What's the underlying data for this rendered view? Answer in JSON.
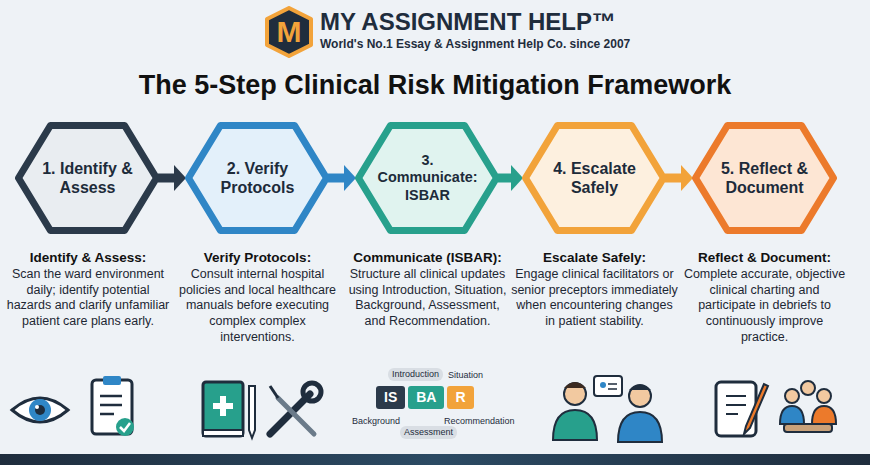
{
  "diagram": {
    "title": "The 5-Step Clinical Risk Mitigation Framework",
    "nodes": [
      {
        "text": [
          "M"
        ]
      },
      {
        "text": [
          "1. Identify & Assess"
        ]
      },
      {
        "text": [
          "2. Verify Protocols"
        ]
      },
      {
        "text": [
          "3. Communicate: ISBAR"
        ]
      },
      {
        "text": [
          "4. Escalate Safely"
        ]
      },
      {
        "text": [
          "5. Reflect & Document"
        ]
      },
      {
        "text": [
          "IS"
        ]
      },
      {
        "text": [
          "BA"
        ]
      },
      {
        "text": [
          "R"
        ]
      }
    ],
    "edges": [
      {
        "from": 1,
        "to": 2,
        "arrow": "to"
      },
      {
        "from": 2,
        "to": 3,
        "arrow": "to"
      },
      {
        "from": 3,
        "to": 4,
        "arrow": "to"
      },
      {
        "from": 4,
        "to": 5,
        "arrow": "to"
      }
    ],
    "labels": [
      "MY ASSIGNMENT HELP™",
      "World's No.1 Essay & Assignment Help Co. since 2007",
      "Identify & Assess:",
      "Scan the ward environment daily; identify potential hazards and clarify unfamiliar patient care plans early.",
      "Verify Protocols:",
      "Consult internal hospital policies and local healthcare manuals before executing complex complex interventions.",
      "Communicate (ISBAR):",
      "Structure all clinical updates using Introduction, Situation, Background, Assessment, and Recommendation.",
      "Escalate Safely:",
      "Engage clinical facilitators or senior preceptors immediately when encountering changes in patient stability.",
      "Reflect & Document:",
      "Complete accurate, objective clinical charting and participate in debriefs to continuously improve practice.",
      "Introduction",
      "Situation",
      "Background",
      "Assessment",
      "Recommendation"
    ]
  }
}
